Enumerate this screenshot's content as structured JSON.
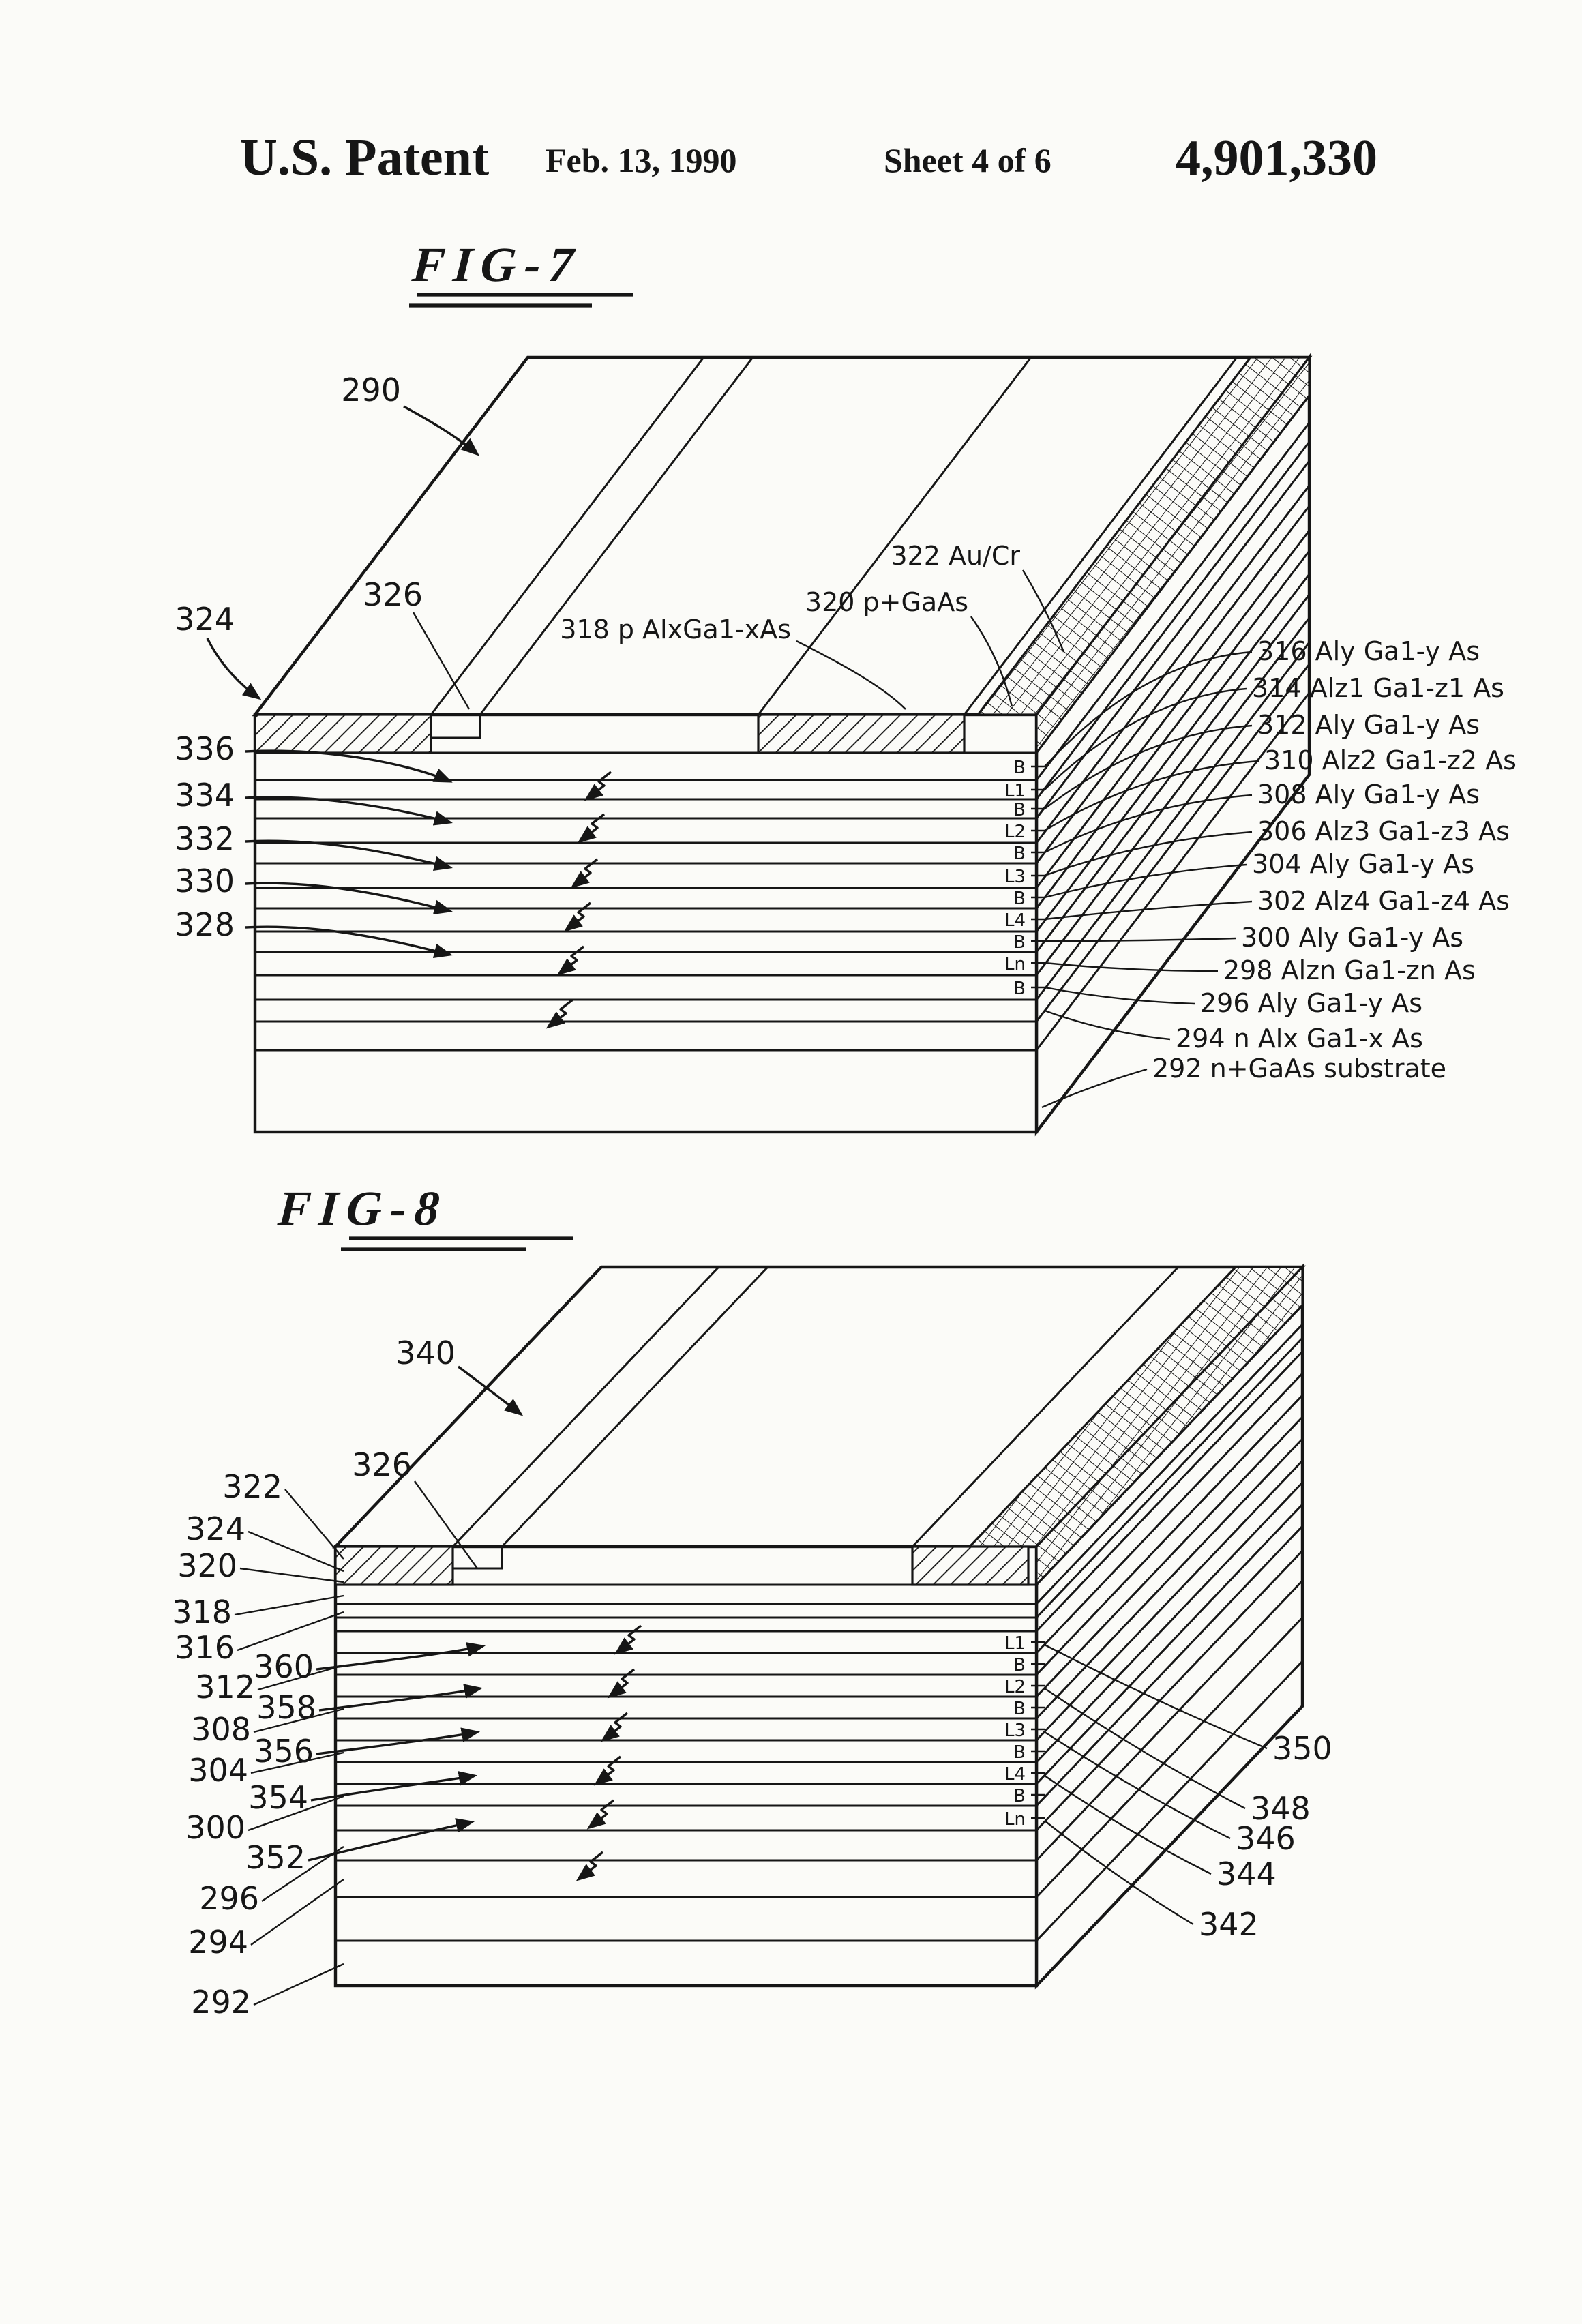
{
  "header": {
    "patent_label": "U.S. Patent",
    "date": "Feb. 13, 1990",
    "sheet": "Sheet 4 of 6",
    "patent_number": "4,901,330"
  },
  "fig7": {
    "title": "FIG-7",
    "ref_290": "290",
    "ref_324": "324",
    "ref_326": "326",
    "label_318": "318 p AlxGa1-xAs",
    "label_320": "320 p+GaAs",
    "label_322": "322 Au/Cr",
    "left_refs": [
      "336",
      "334",
      "332",
      "330",
      "328"
    ],
    "layer_tags": [
      "B",
      "L1",
      "B",
      "L2",
      "B",
      "L3",
      "B",
      "L4",
      "B",
      "Ln",
      "B"
    ],
    "right_labels": [
      "316 Aly Ga1-y As",
      "314 Alz1 Ga1-z1 As",
      "312 Aly Ga1-y As",
      "310 Alz2 Ga1-z2 As",
      "308 Aly Ga1-y As",
      "306 Alz3 Ga1-z3 As",
      "304 Aly Ga1-y As",
      "302 Alz4 Ga1-z4 As",
      "300 Aly Ga1-y As",
      "298 Alzn Ga1-zn As",
      "296 Aly Ga1-y As",
      "294 n Alx Ga1-x As",
      "292 n+GaAs substrate"
    ]
  },
  "fig8": {
    "title": "FIG-8",
    "ref_340": "340",
    "ref_326": "326",
    "left_refs": [
      "322",
      "324",
      "320",
      "318",
      "316",
      "312",
      "308",
      "304",
      "300",
      "296",
      "294",
      "292"
    ],
    "arrow_refs": [
      "360",
      "358",
      "356",
      "354",
      "352"
    ],
    "right_refs": [
      "350",
      "348",
      "346",
      "344",
      "342"
    ],
    "layer_tags": [
      "L1",
      "B",
      "L2",
      "B",
      "L3",
      "B",
      "L4",
      "B",
      "Ln"
    ]
  }
}
